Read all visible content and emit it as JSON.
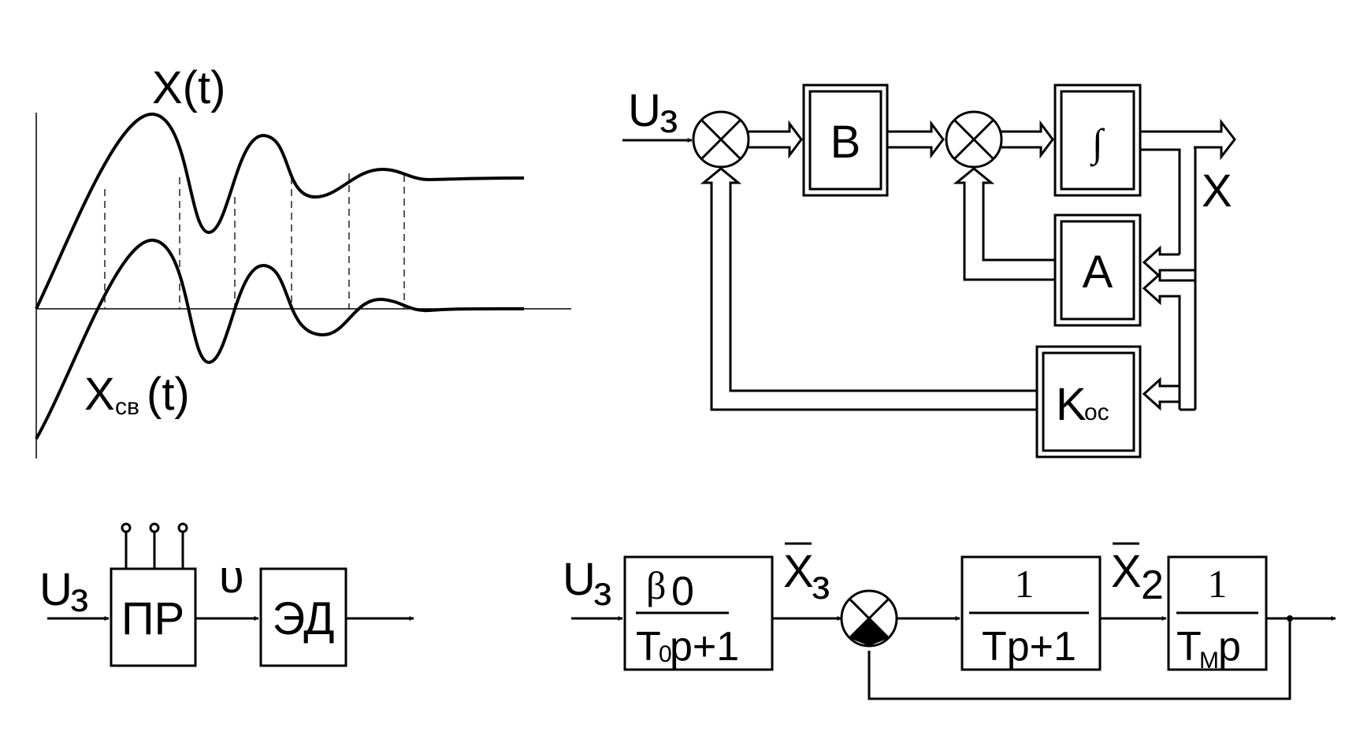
{
  "graph": {
    "label_x": "X(t)",
    "label_xsv_main": "X",
    "label_xsv_sub": "св",
    "label_xsv_arg": "(t)"
  },
  "top_diagram": {
    "input_main": "U",
    "input_sub": "з",
    "block_b": "B",
    "block_integrator": "∫",
    "block_a": "A",
    "block_koc_main": "K",
    "block_koc_sub": "ос",
    "output": "X"
  },
  "bottom_left": {
    "input_main": "U",
    "input_sub": "з",
    "block_pr": "ПР",
    "signal": "υ",
    "block_ed": "ЭД"
  },
  "bottom_right": {
    "input_main": "U",
    "input_sub": "з",
    "block1_num": "β",
    "block1_num_sub": "0",
    "block1_den_main": "T",
    "block1_den_sub": "0",
    "block1_den_rest": " p+1",
    "x3_main": "X",
    "x3_sub": "з",
    "block2_num": "1",
    "block2_den": "Tp+1",
    "x2_main": "X",
    "x2_sub": "2",
    "block3_num": "1",
    "block3_den_main": "T",
    "block3_den_sub": "M",
    "block3_den_rest": "p"
  }
}
